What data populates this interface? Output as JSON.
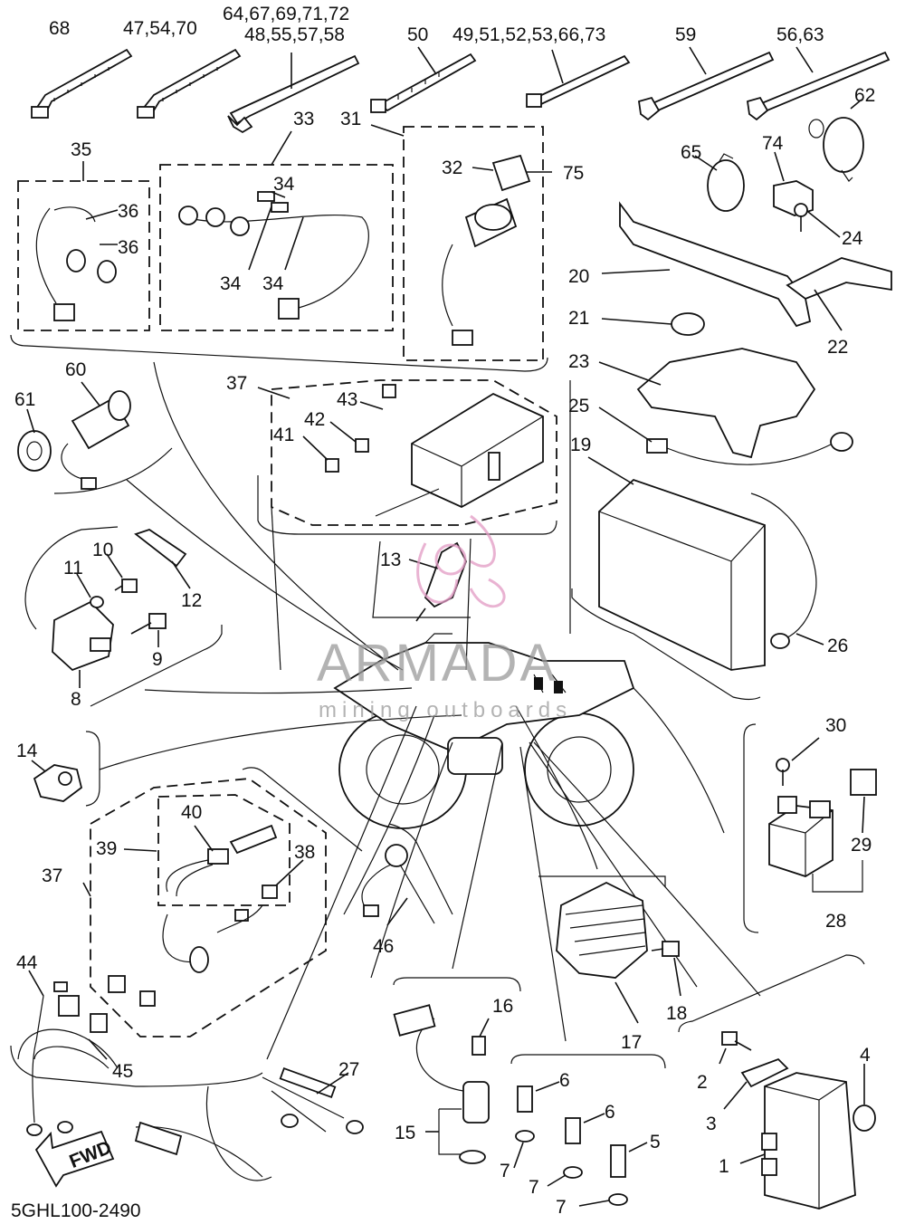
{
  "diagram": {
    "code": "5GHL100-2490",
    "fwd_label": "FWD",
    "watermark": {
      "brand": "ARMADA",
      "tagline": "mining outboards"
    },
    "labels": {
      "l68": "68",
      "l47": "47,54,70",
      "l64a": "64,67,69,71,72",
      "l64b": "48,55,57,58",
      "l50": "50",
      "l49": "49,51,52,53,66,73",
      "l59": "59",
      "l56": "56,63",
      "l62": "62",
      "l65": "65",
      "l74": "74",
      "l33": "33",
      "l31": "31",
      "l35": "35",
      "l32": "32",
      "l75": "75",
      "l34a": "34",
      "l36a": "36",
      "l36b": "36",
      "l34b": "34",
      "l34c": "34",
      "l24": "24",
      "l20": "20",
      "l21": "21",
      "l22": "22",
      "l23": "23",
      "l25": "25",
      "l19": "19",
      "l60": "60",
      "l61": "61",
      "l37a": "37",
      "l43": "43",
      "l42": "42",
      "l41": "41",
      "l10": "10",
      "l11": "11",
      "l12": "12",
      "l13": "13",
      "l9": "9",
      "l8": "8",
      "l26": "26",
      "l14": "14",
      "l30": "30",
      "l40": "40",
      "l39": "39",
      "l38": "38",
      "l37b": "37",
      "l29": "29",
      "l28": "28",
      "l46": "46",
      "l44": "44",
      "l45": "45",
      "l18": "18",
      "l17": "17",
      "l16": "16",
      "l27": "27",
      "l4": "4",
      "l2": "2",
      "l6a": "6",
      "l6b": "6",
      "l3": "3",
      "l15": "15",
      "l5": "5",
      "l1": "1",
      "l7a": "7",
      "l7b": "7",
      "l7c": "7"
    }
  }
}
